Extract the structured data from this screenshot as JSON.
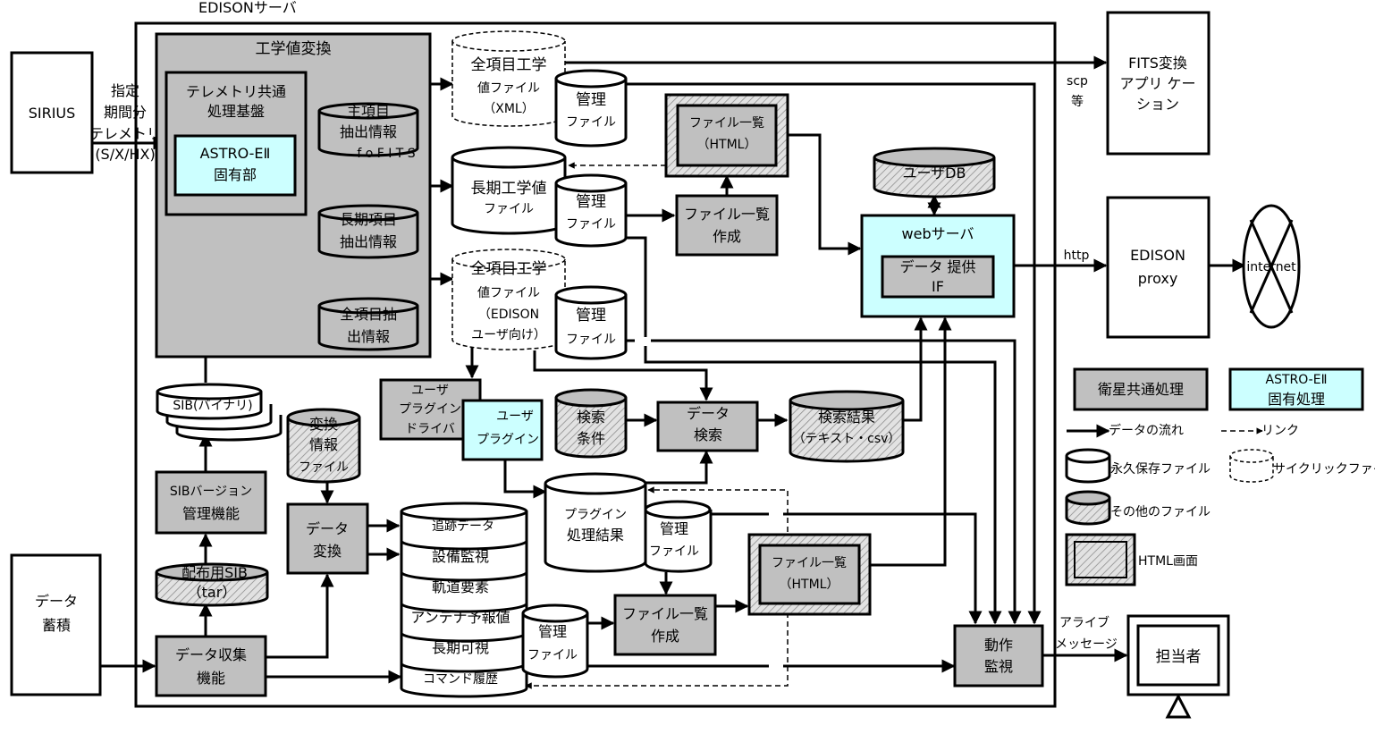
{
  "server_title": "EDISONサーバ",
  "eng_group_title": "工学値変換",
  "telemetry_base": [
    "テレメトリ共通",
    "処理基盤"
  ],
  "astro_unique": [
    "ASTRO-EⅡ",
    "固有部"
  ],
  "sirius": "SIRIUS",
  "sirius_arrow": [
    "指定",
    "期間分",
    "テレメトリ",
    "(S/X/HX)"
  ],
  "extract_main": [
    "主項目",
    "抽出情報"
  ],
  "extract_long": [
    "長期項目",
    "抽出情報"
  ],
  "extract_all": [
    "全項目抽",
    "出情報"
  ],
  "fits_overlap": "f o F I T S",
  "all_xml": [
    "全項目工学",
    "値ファイル",
    "（XML）"
  ],
  "long_eng": [
    "長期工学値",
    "ファイル"
  ],
  "all_edison": [
    "全項目工学",
    "値ファイル",
    "（EDISON",
    "ユーザ向け）"
  ],
  "mgmt_file": [
    "管理",
    "ファイル"
  ],
  "filelist_html": [
    "ファイル一覧",
    "（HTML）"
  ],
  "filelist_create": [
    "ファイル一覧",
    "作成"
  ],
  "user_db": "ユーザDB",
  "web_server": "webサーバ",
  "data_if": [
    "データ 提供",
    "IF"
  ],
  "scp": [
    "scp",
    "等"
  ],
  "fits_app": [
    "FITS変換",
    "アプリ ケー",
    "ション"
  ],
  "http": "http",
  "edison_proxy": [
    "EDISON",
    "proxy"
  ],
  "internet": "internet",
  "sib_binary": "SIB(バイナリ)",
  "conv_info": [
    "変換",
    "情報",
    "ファイル"
  ],
  "user_plugin_driver": [
    "ユーザ",
    "プラグイン",
    "ドライバ"
  ],
  "user_plugin": [
    "ユーザ",
    "プラグイン"
  ],
  "search_cond": [
    "検索",
    "条件"
  ],
  "data_search": [
    "データ",
    "検索"
  ],
  "search_result": [
    "検索結果",
    "（テキスト・csv）"
  ],
  "sib_version": [
    "SIBバージョン",
    "管理機能"
  ],
  "data_convert": [
    "データ",
    "変換"
  ],
  "stack_items": [
    "追跡データ",
    "設備監視",
    "軌道要素",
    "アンテナ予報値",
    "長期可視",
    "コマンド履歴"
  ],
  "plugin_result": [
    "プラグイン",
    "処理結果"
  ],
  "dist_sib": [
    "配布用SIB",
    "（tar）"
  ],
  "data_store": [
    "データ",
    "蓄積"
  ],
  "data_collect": [
    "データ収集",
    "機能"
  ],
  "op_monitor": [
    "動作",
    "監視"
  ],
  "alive_msg": [
    "アライブ",
    "メッセージ"
  ],
  "operator": "担当者",
  "legend": {
    "common": "衛星共通処理",
    "astro": [
      "ASTRO-EⅡ",
      "固有処理"
    ],
    "data_flow": "データの流れ",
    "link": "リンク",
    "permanent": "永久保存ファイル",
    "cyclic": "サイクリックファイル",
    "other": "その他のファイル",
    "html_screen": "HTML画面"
  },
  "colors": {
    "gray": "#c0c0c0",
    "cyan": "#ccffff",
    "black": "#000000",
    "white": "#ffffff"
  }
}
